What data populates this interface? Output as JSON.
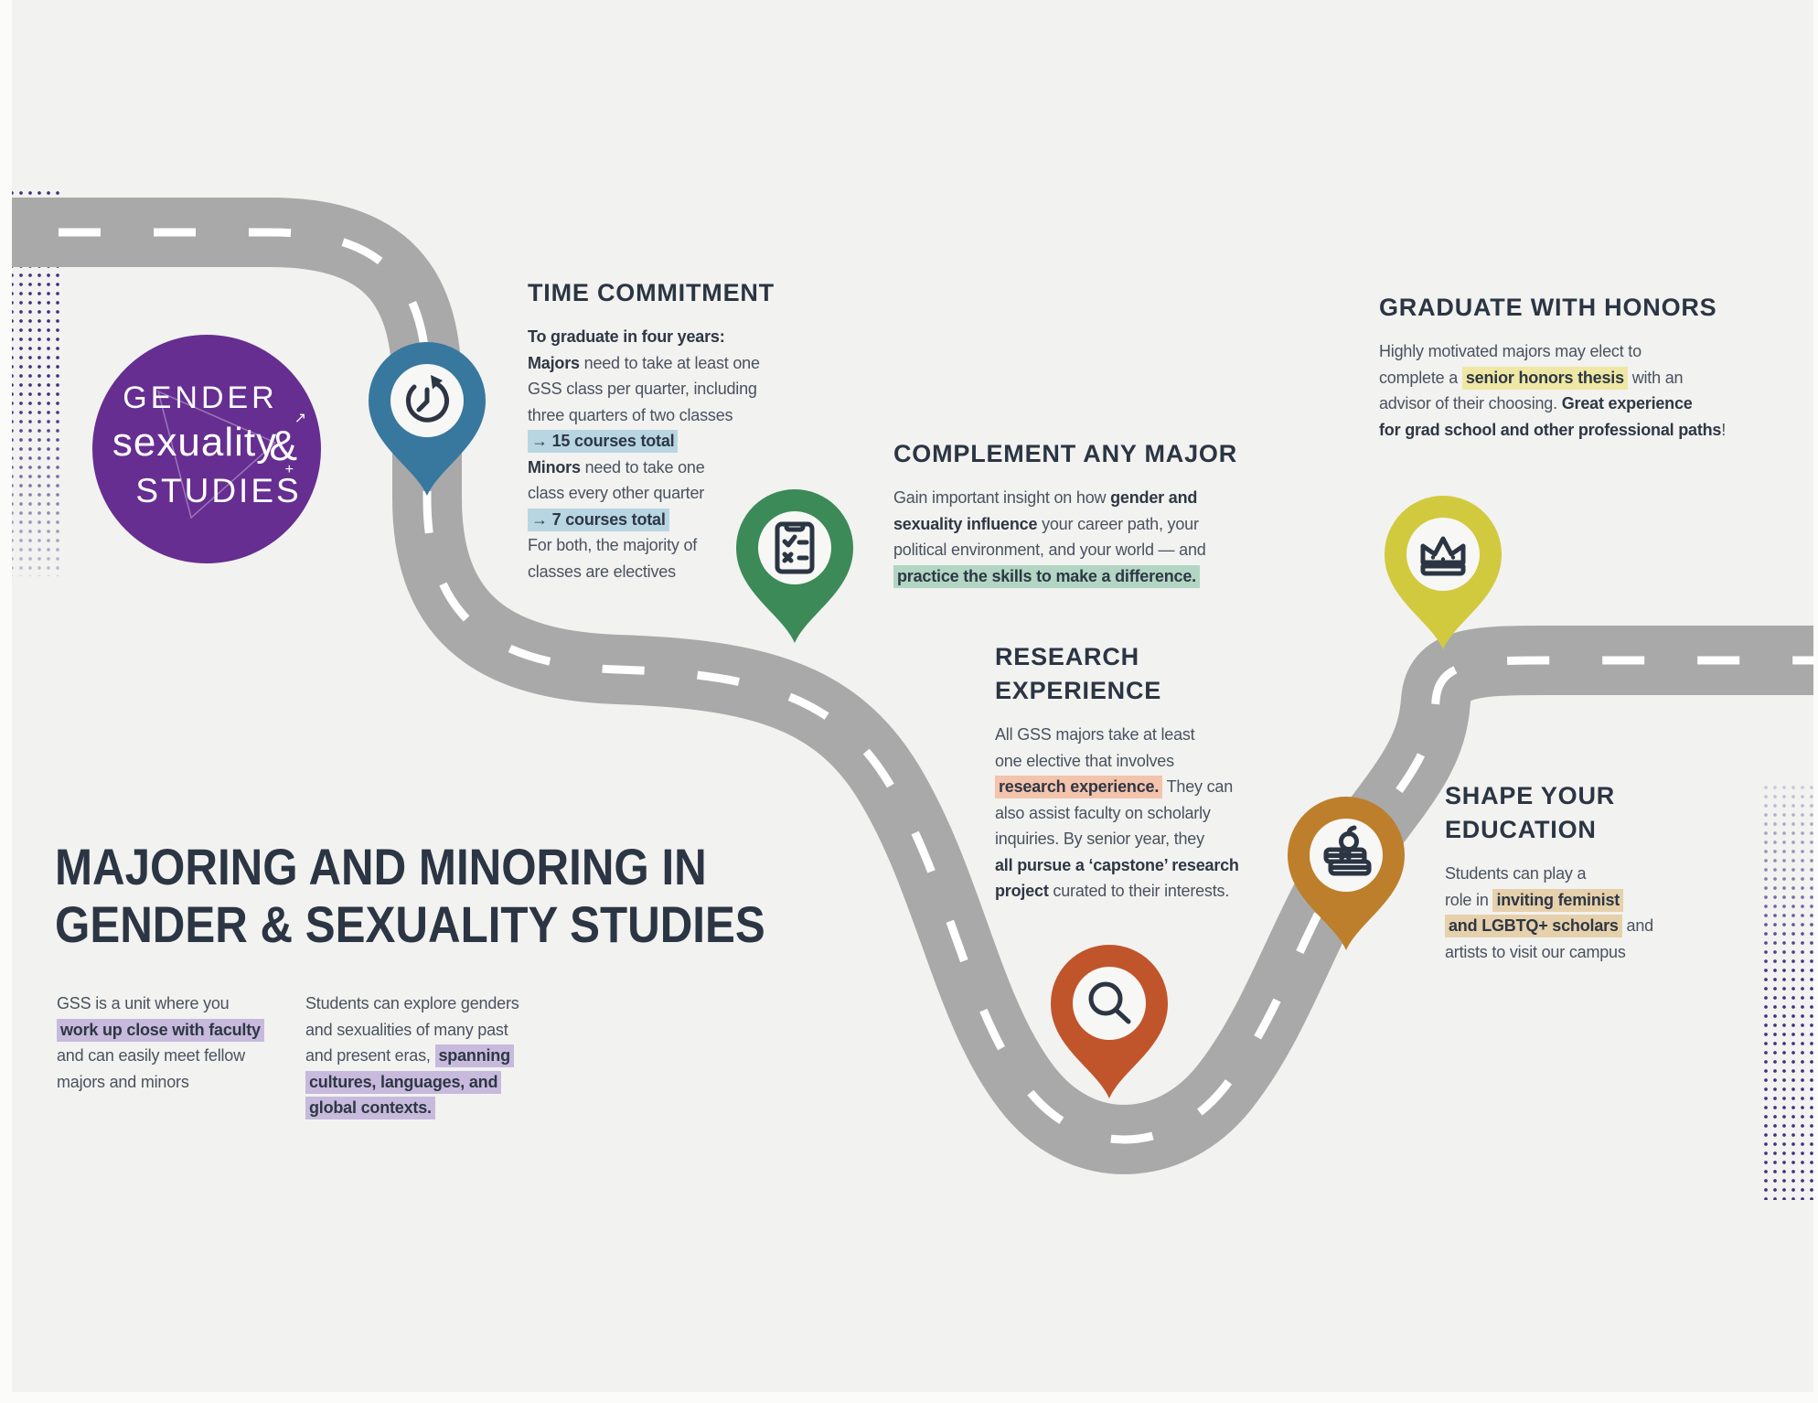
{
  "canvas": {
    "background": "#f2f2f0",
    "road_color": "#a9a9a9",
    "road_dash_color": "#ffffff",
    "heading_color": "#2b3543",
    "body_color": "#49525f",
    "dot_color": "#46307f"
  },
  "highlight_colors": {
    "blue": "#b8d6e2",
    "green": "#b2d6c3",
    "salmon": "#f3c3ac",
    "yellow": "#efe8a4",
    "tan": "#e6d1ac",
    "purple": "#c7badd"
  },
  "logo": {
    "word1": "GENDER",
    "word2": "sexuality",
    "ampersand": "&",
    "word3": "STUDIES",
    "background": "#662e91",
    "text_color": "#ffffff"
  },
  "title": {
    "line1": "MAJORING AND MINORING IN",
    "line2": "GENDER & SEXUALITY STUDIES"
  },
  "intro": {
    "col1": [
      {
        "t": "GSS is a unit where you"
      },
      {
        "br": 1
      },
      {
        "t": "work up close with faculty",
        "b": 1,
        "h": "purple"
      },
      {
        "br": 1
      },
      {
        "t": "and can easily meet fellow"
      },
      {
        "br": 1
      },
      {
        "t": "majors and minors"
      }
    ],
    "col2": [
      {
        "t": "Students can explore genders"
      },
      {
        "br": 1
      },
      {
        "t": "and sexualities of many past"
      },
      {
        "br": 1
      },
      {
        "t": "and present eras, "
      },
      {
        "t": "spanning",
        "b": 1,
        "h": "purple"
      },
      {
        "br": 1
      },
      {
        "t": "cultures, languages, and",
        "b": 1,
        "h": "purple"
      },
      {
        "br": 1
      },
      {
        "t": "global contexts.",
        "b": 1,
        "h": "purple"
      }
    ]
  },
  "milestones": [
    {
      "id": "time-commitment",
      "title": "TIME COMMITMENT",
      "pin_color": "#38789f",
      "icon": "clock-rotate-icon",
      "body": [
        {
          "t": "To graduate in four years:",
          "b": 1
        },
        {
          "br": 1
        },
        {
          "t": "Majors",
          "b": 1
        },
        {
          "t": " need to take at least one"
        },
        {
          "br": 1
        },
        {
          "t": "GSS class per quarter, including"
        },
        {
          "br": 1
        },
        {
          "t": "three quarters of two classes"
        },
        {
          "br": 1
        },
        {
          "t": "→ 15 courses total",
          "b": 1,
          "h": "blue"
        },
        {
          "br": 1
        },
        {
          "t": "Minors",
          "b": 1
        },
        {
          "t": " need to take one"
        },
        {
          "br": 1
        },
        {
          "t": "class every other quarter"
        },
        {
          "br": 1
        },
        {
          "t": "→ 7 courses total",
          "b": 1,
          "h": "blue"
        },
        {
          "br": 1
        },
        {
          "t": "For both, the majority of"
        },
        {
          "br": 1
        },
        {
          "t": "classes are electives"
        }
      ]
    },
    {
      "id": "complement-any-major",
      "title": "COMPLEMENT ANY MAJOR",
      "pin_color": "#3c8a57",
      "icon": "checklist-icon",
      "body": [
        {
          "t": "Gain important insight on how "
        },
        {
          "t": "gender and",
          "b": 1
        },
        {
          "br": 1
        },
        {
          "t": "sexuality influence",
          "b": 1
        },
        {
          "t": " your career path, your"
        },
        {
          "br": 1
        },
        {
          "t": "political environment, and your world — and"
        },
        {
          "br": 1
        },
        {
          "t": "practice the skills to make a difference.",
          "b": 1,
          "h": "green"
        }
      ]
    },
    {
      "id": "research-experience",
      "title": "RESEARCH EXPERIENCE",
      "pin_color": "#c0552b",
      "icon": "magnifier-icon",
      "body": [
        {
          "t": "All GSS majors take at least"
        },
        {
          "br": 1
        },
        {
          "t": "one elective that involves"
        },
        {
          "br": 1
        },
        {
          "t": "research experience.",
          "b": 1,
          "h": "salmon"
        },
        {
          "t": " They can"
        },
        {
          "br": 1
        },
        {
          "t": "also assist faculty on scholarly"
        },
        {
          "br": 1
        },
        {
          "t": "inquiries. By senior year, they"
        },
        {
          "br": 1
        },
        {
          "t": "all pursue a ‘capstone’ research",
          "b": 1
        },
        {
          "br": 1
        },
        {
          "t": "project",
          "b": 1
        },
        {
          "t": " curated to their interests."
        }
      ]
    },
    {
      "id": "shape-your-education",
      "title": "SHAPE YOUR EDUCATION",
      "pin_color": "#bd7f2b",
      "icon": "books-apple-icon",
      "body": [
        {
          "t": "Students can play a"
        },
        {
          "br": 1
        },
        {
          "t": "role in "
        },
        {
          "t": "inviting feminist",
          "b": 1,
          "h": "tan"
        },
        {
          "br": 1
        },
        {
          "t": "and LGBTQ+ scholars",
          "b": 1,
          "h": "tan"
        },
        {
          "t": " and"
        },
        {
          "br": 1
        },
        {
          "t": "artists to visit our campus"
        }
      ]
    },
    {
      "id": "graduate-with-honors",
      "title": "GRADUATE WITH HONORS",
      "pin_color": "#d2ca3e",
      "icon": "crown-icon",
      "body": [
        {
          "t": "Highly motivated majors may elect to"
        },
        {
          "br": 1
        },
        {
          "t": "complete a "
        },
        {
          "t": "senior honors thesis",
          "b": 1,
          "h": "yellow"
        },
        {
          "t": " with an"
        },
        {
          "br": 1
        },
        {
          "t": "advisor of their choosing. "
        },
        {
          "t": "Great experience",
          "b": 1
        },
        {
          "br": 1
        },
        {
          "t": "for grad school and other professional paths",
          "b": 1
        },
        {
          "t": "!"
        }
      ]
    }
  ]
}
